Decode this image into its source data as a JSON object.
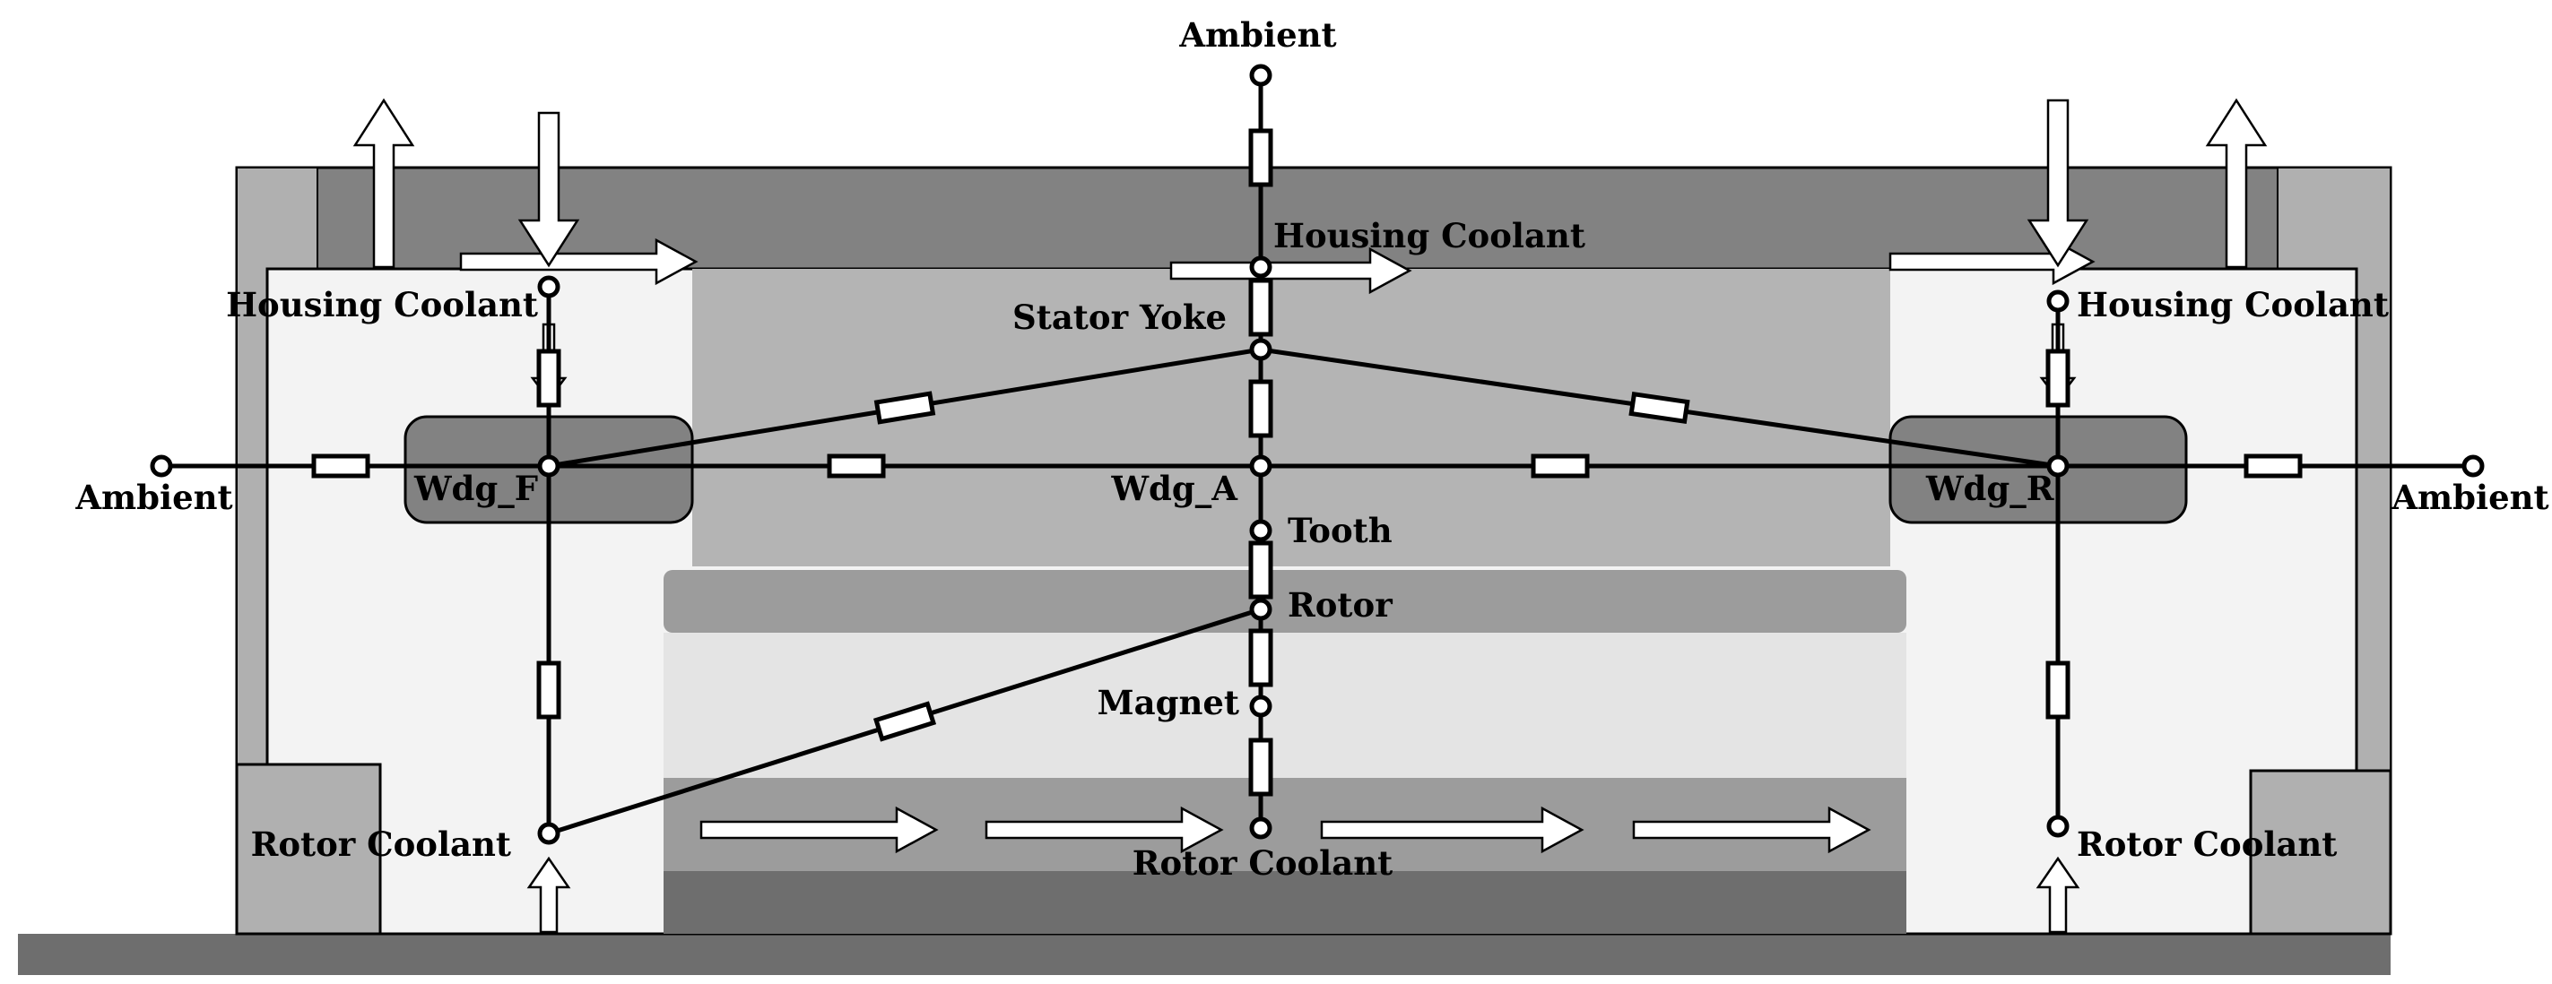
{
  "colors": {
    "background": "#ffffff",
    "base": "#6e6e6e",
    "housing_dark": "#828282",
    "housing_light": "#b0b0b0",
    "cavity": "#f3f3f3",
    "stator": "#b4b4b4",
    "winding": "#828282",
    "rotor_core": "#9c9c9c",
    "magnet": "#e4e4e4",
    "shaft": "#6e6e6e",
    "block": "#b0b0b0",
    "line": "#000000"
  },
  "labels": {
    "ambient_top": "Ambient",
    "ambient_left": "Ambient",
    "ambient_right": "Ambient",
    "housing_coolant_center": "Housing Coolant",
    "housing_coolant_left": "Housing Coolant",
    "housing_coolant_right": "Housing Coolant",
    "stator_yoke": "Stator Yoke",
    "wdg_f": "Wdg_F",
    "wdg_a": "Wdg_A",
    "wdg_r": "Wdg_R",
    "tooth": "Tooth",
    "rotor": "Rotor",
    "magnet": "Magnet",
    "rotor_coolant_left": "Rotor Coolant",
    "rotor_coolant_center": "Rotor Coolant",
    "rotor_coolant_right": "Rotor Coolant"
  }
}
